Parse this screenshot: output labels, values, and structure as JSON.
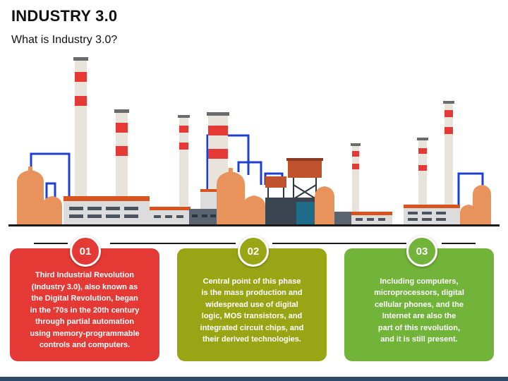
{
  "header": {
    "title": "INDUSTRY 3.0",
    "subtitle": "What is Industry 3.0?"
  },
  "colors": {
    "red": "#e53935",
    "olive": "#9aa515",
    "green": "#72b33a",
    "roof": "#d9531e",
    "tank": "#e8925c",
    "pipe": "#1f3fd0",
    "stack": "#e8e4dc",
    "dark": "#4a5560"
  },
  "items": [
    {
      "number": "01",
      "text": "Third Industrial Revolution\n(Industry 3.0), also known as\nthe Digital Revolution, began\nin the ’70s in the 20th century\nthrough partial automation\nusing memory-programmable\ncontrols and computers.",
      "color": "#e53935"
    },
    {
      "number": "02",
      "text": "Central point of this phase\nis the mass production and\nwidespread use of digital\nlogic, MOS transistors, and\nintegrated circuit chips, and\ntheir derived technologies.",
      "color": "#9aa515"
    },
    {
      "number": "03",
      "text": "Including computers,\nmicroprocessors, digital\ncellular phones, and the\nInternet are also the\npart of this revolution,\nand it is still present.",
      "color": "#72b33a"
    }
  ]
}
